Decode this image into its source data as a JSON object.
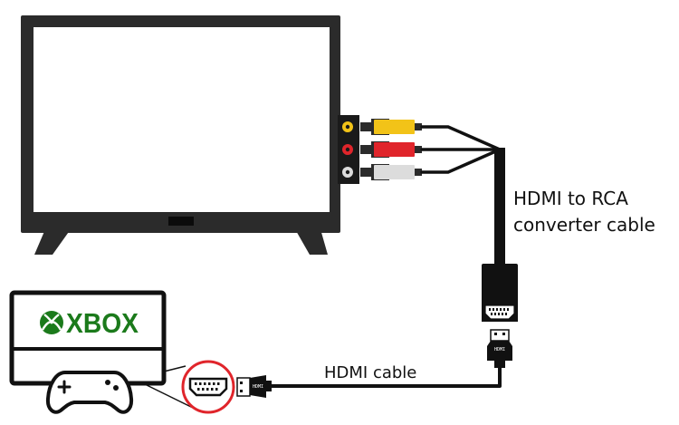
{
  "labels": {
    "converter_line1": "HDMI to RCA",
    "converter_line2": "converter cable",
    "hdmi_cable": "HDMI cable"
  },
  "console": {
    "brand": "XBOX"
  },
  "connector_marks": {
    "converter_plug": "HDMI",
    "vertical_plug": "HDMI",
    "horizontal_plug": "HDMI"
  },
  "colors": {
    "rca_yellow": "#f2c318",
    "rca_red": "#e0252b",
    "rca_white": "#dcdcdc",
    "tv_bezel": "#2b2b2b",
    "xbox_green": "#1b7a1b",
    "cable": "#111111"
  }
}
